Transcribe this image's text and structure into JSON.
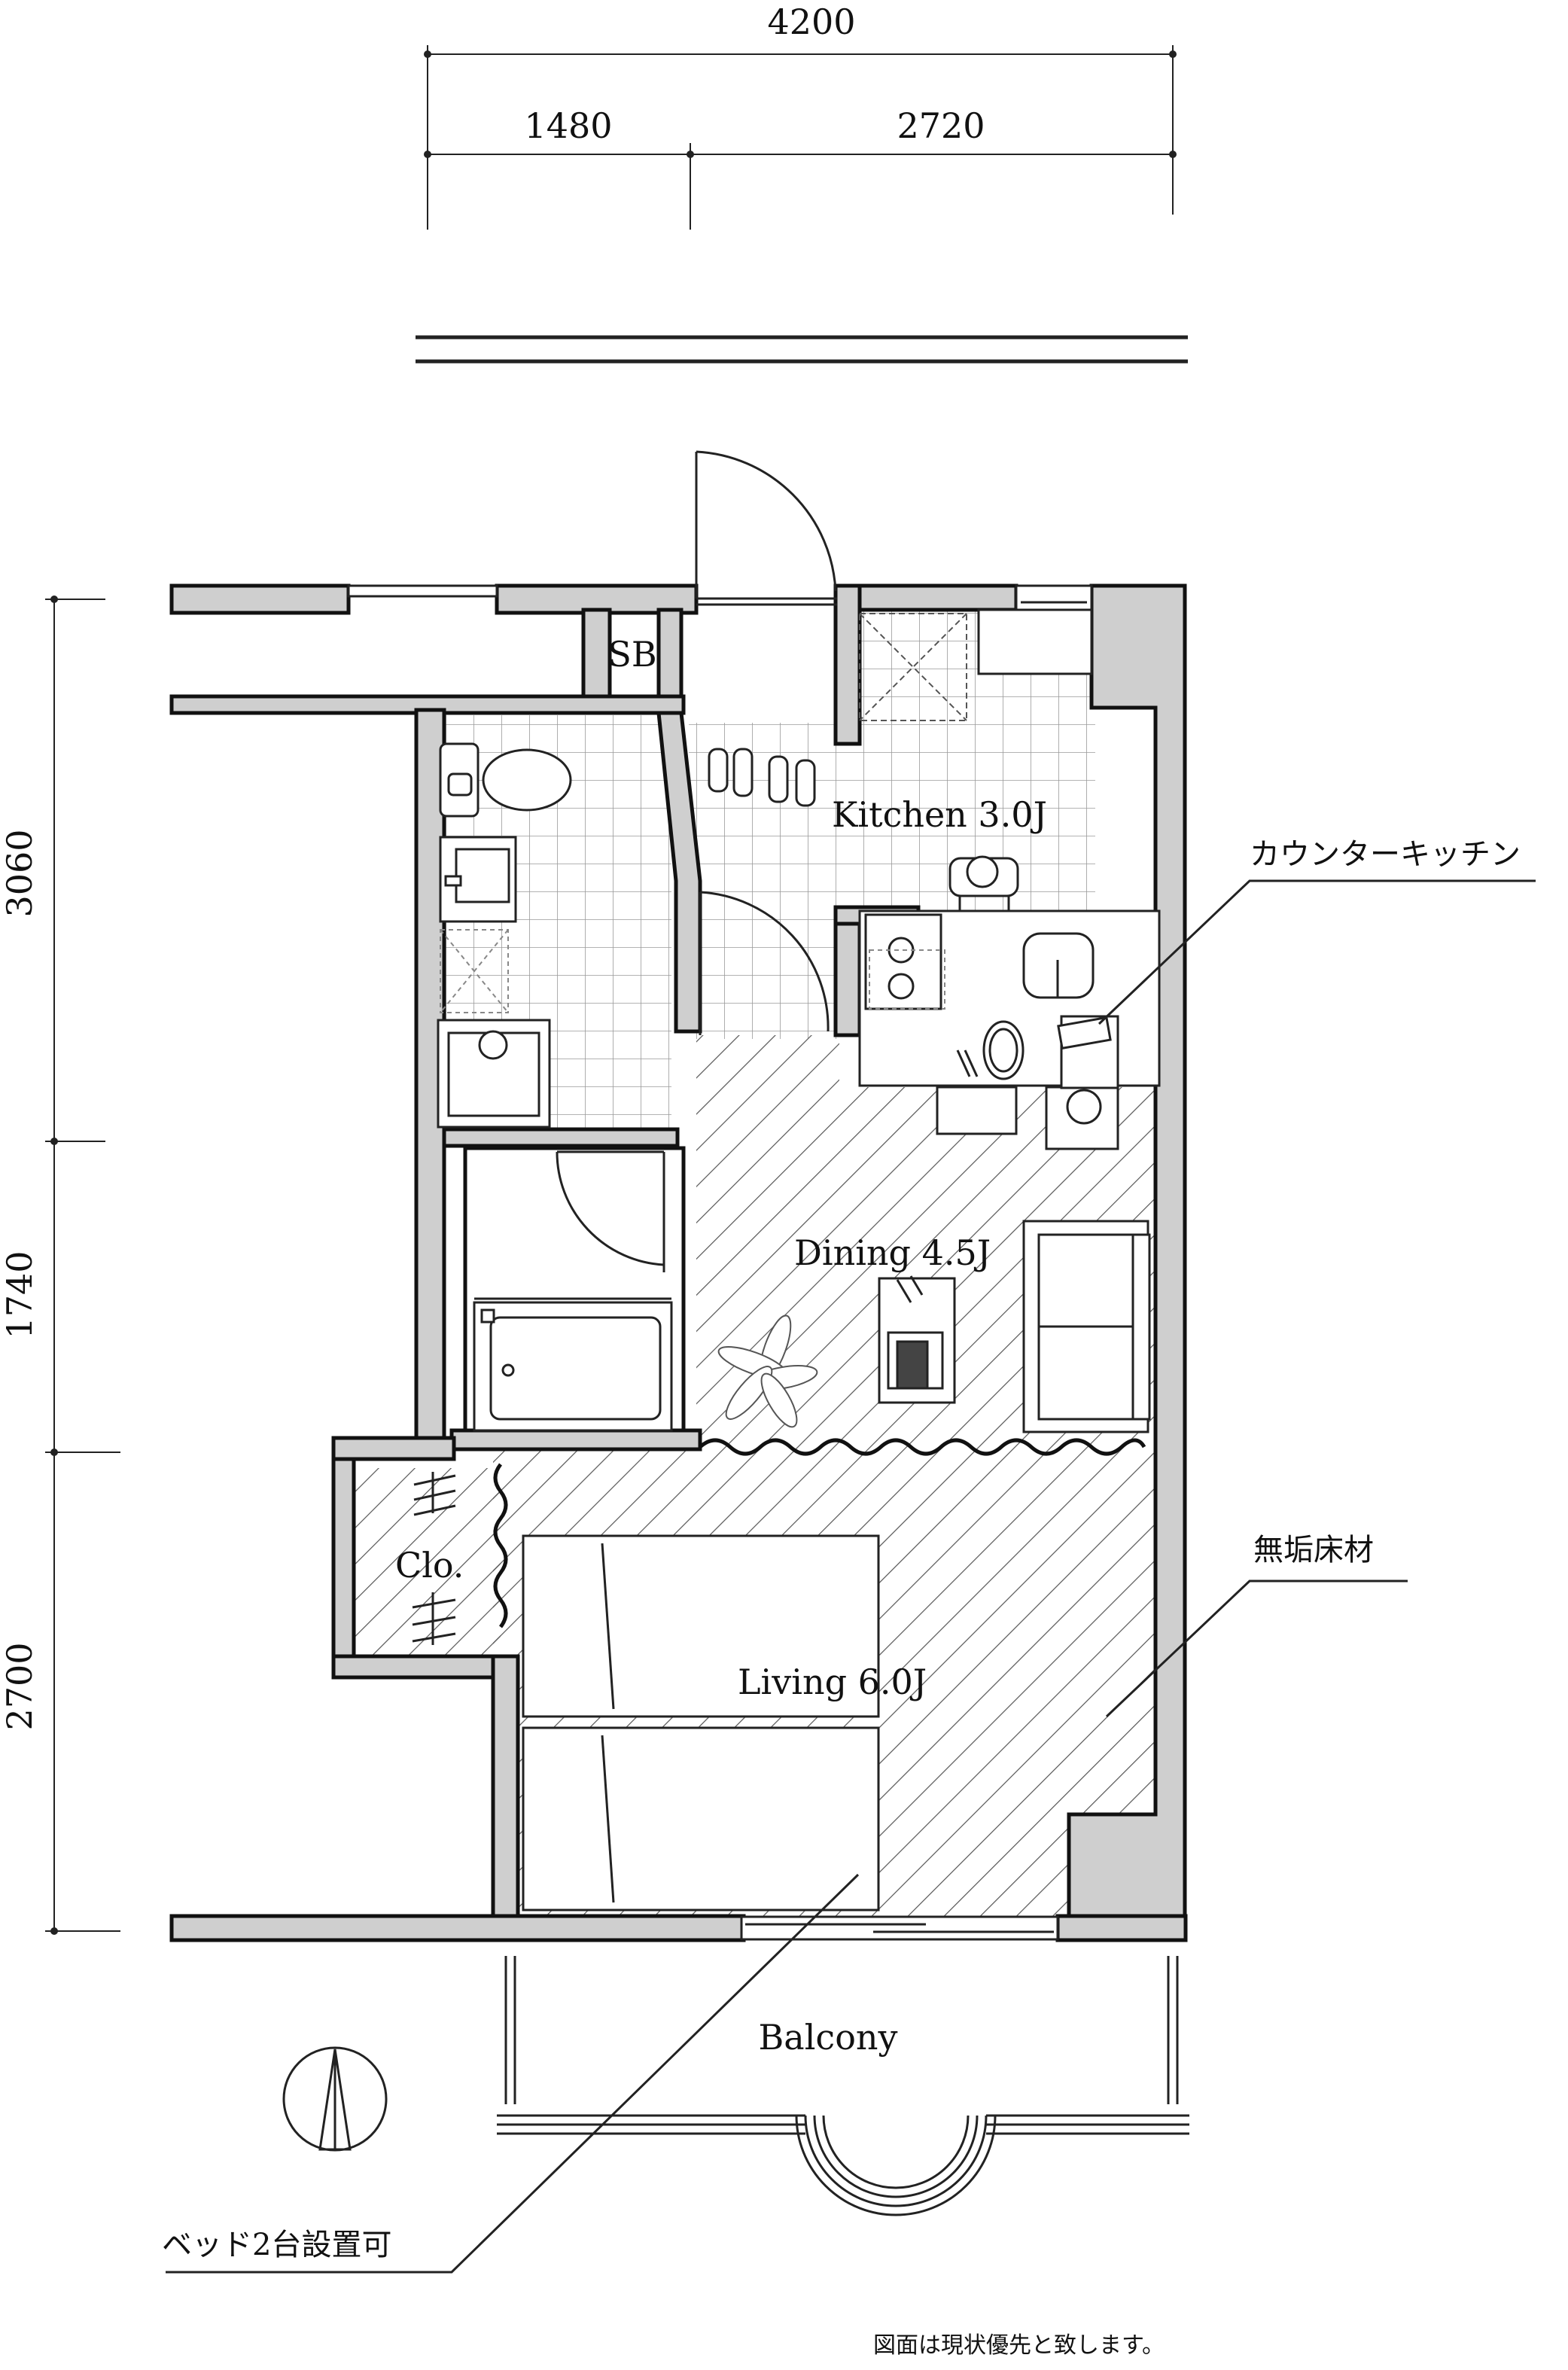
{
  "dimensions": {
    "total_width": "4200",
    "left_width": "1480",
    "right_width": "2720",
    "depth_top": "3060",
    "depth_mid": "1740",
    "depth_bottom": "2700"
  },
  "rooms": {
    "sb": "SB",
    "kitchen": "Kitchen 3.0J",
    "dining": "Dining 4.5J",
    "living": "Living 6.0J",
    "closet": "Clo.",
    "balcony": "Balcony"
  },
  "annotations": {
    "counter_kitchen": "カウンターキッチン",
    "flooring": "無垢床材",
    "two_beds": "ベッド2台設置可"
  },
  "footer_note": "図面は現状優先と致します。",
  "icons": [
    "north-arrow-icon",
    "door-swing-icon",
    "toilet-icon",
    "washbasin-icon",
    "washing-machine-icon",
    "bathtub-icon",
    "stove-icon",
    "sink-icon",
    "refrigerator-space-icon",
    "bed-icon",
    "sofa-icon",
    "table-icon",
    "plant-icon",
    "slippers-icon"
  ],
  "colors": {
    "wall_fill": "#cfcfcf",
    "wall_stroke": "#111111",
    "hatch": "#555555",
    "floor_grid": "#999999"
  }
}
